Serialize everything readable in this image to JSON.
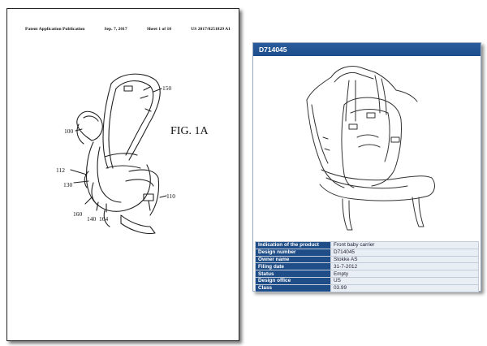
{
  "patent": {
    "header_left": "Patent Application Publication",
    "header_date": "Sep. 7, 2017",
    "header_sheet": "Sheet 1 of 10",
    "header_number": "US 2017/0251829 A1",
    "figure_label": "FIG. 1A",
    "refs": [
      "150",
      "100",
      "112",
      "130",
      "110",
      "160",
      "140",
      "164"
    ]
  },
  "design": {
    "title": "D714045",
    "rows": [
      {
        "label": "Indication of the product",
        "value": "Front baby carrier"
      },
      {
        "label": "Design number",
        "value": "D714045"
      },
      {
        "label": "Owner name",
        "value": "Stokke AS"
      },
      {
        "label": "Filing date",
        "value": "31-7-2012"
      },
      {
        "label": "Status",
        "value": "Empty"
      },
      {
        "label": "Design office",
        "value": "US"
      },
      {
        "label": "Class",
        "value": "03.99"
      }
    ]
  },
  "colors": {
    "title_bar": "#1f4d87",
    "row_bg": "#e9eef5"
  }
}
